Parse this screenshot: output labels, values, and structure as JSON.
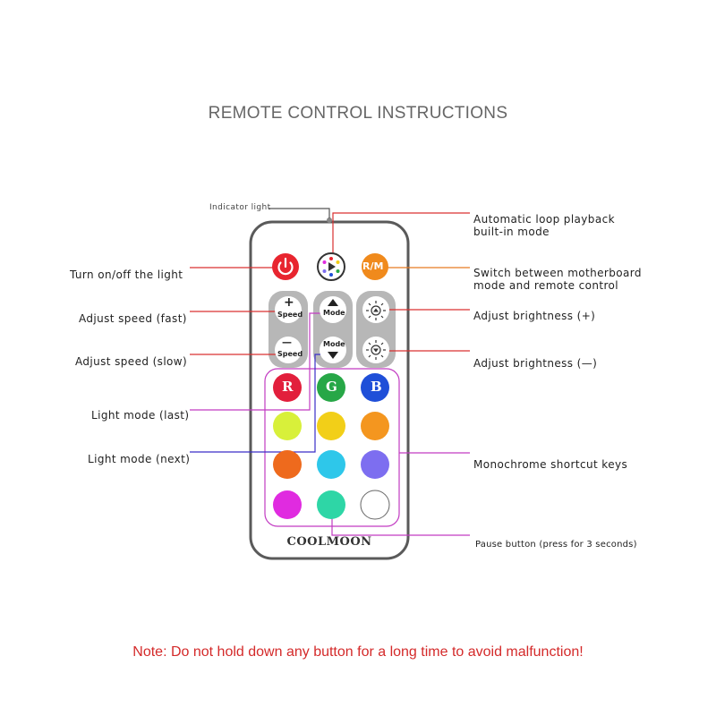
{
  "title": "REMOTE CONTROL INSTRUCTIONS",
  "brand": "COOLMOON",
  "note": "Note: Do not hold down any button for a long time to avoid malfunction!",
  "labels": {
    "indicator": "Indicator light",
    "power": "Turn on/off the light",
    "speed_fast": "Adjust speed (fast)",
    "speed_slow": "Adjust speed (slow)",
    "mode_last": "Light mode (last)",
    "mode_next": "Light mode (next)",
    "auto_loop_line1": "Automatic loop playback",
    "auto_loop_line2": "built-in mode",
    "switch_line1": "Switch between motherboard",
    "switch_line2": "mode and remote control",
    "bright_up": "Adjust brightness (+)",
    "bright_down": "Adjust brightness (—)",
    "mono": "Monochrome shortcut keys",
    "pause": "Pause button (press for 3 seconds)"
  },
  "buttons": {
    "rm": "R/M",
    "speed": "Speed",
    "plus": "+",
    "minus": "—",
    "mode": "Mode",
    "r": "R",
    "g": "G",
    "b": "B"
  },
  "colors": {
    "power": "#e8252f",
    "rm": "#f08a1c",
    "r": "#e21f3c",
    "g": "#27a747",
    "b": "#1f4fd8",
    "yellow_green": "#d8f03a",
    "yellow": "#f2cf18",
    "orange": "#f4961f",
    "deep_orange": "#ee6a1d",
    "cyan": "#2ec7ea",
    "violet": "#7d6ef0",
    "magenta": "#e02be0",
    "mint": "#2ed6a6",
    "white": "#ffffff",
    "callout_red": "#d93030",
    "callout_orange": "#e87a20",
    "callout_magenta": "#c23bc2",
    "callout_blue": "#3a2ec8",
    "note_red": "#d42a2a"
  }
}
